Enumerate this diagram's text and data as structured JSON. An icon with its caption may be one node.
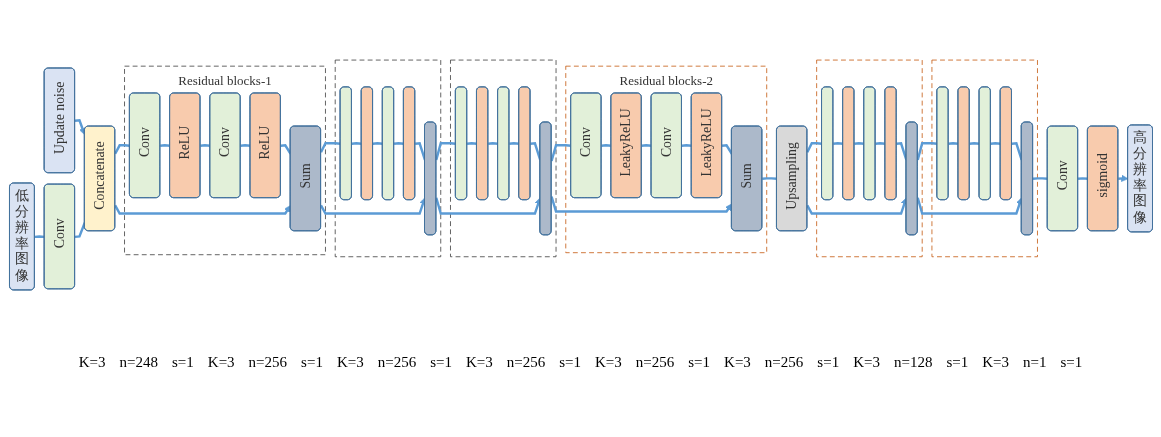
{
  "diagram": {
    "nodes": [
      {
        "text": [
          "低分辨率图像"
        ]
      },
      {
        "text": [
          "Update noise"
        ]
      },
      {
        "text": [
          "Conv"
        ]
      },
      {
        "text": [
          "Concatenate"
        ]
      },
      {
        "text": [
          "Residual blocks-1"
        ]
      },
      {
        "text": [
          "Conv"
        ],
        "in": 4
      },
      {
        "text": [
          "ReLU"
        ],
        "in": 4
      },
      {
        "text": [
          "Conv"
        ],
        "in": 4
      },
      {
        "text": [
          "ReLU"
        ],
        "in": 4
      },
      {
        "text": [
          "Sum"
        ],
        "in": 4
      },
      {
        "text": [],
        "shape": "box"
      },
      {
        "text": [],
        "shape": "bar",
        "in": 10
      },
      {
        "text": [],
        "shape": "bar",
        "in": 10
      },
      {
        "text": [],
        "shape": "bar",
        "in": 10
      },
      {
        "text": [],
        "shape": "bar",
        "in": 10
      },
      {
        "text": [],
        "shape": "bar",
        "in": 10
      },
      {
        "text": [],
        "shape": "box"
      },
      {
        "text": [],
        "shape": "bar",
        "in": 16
      },
      {
        "text": [],
        "shape": "bar",
        "in": 16
      },
      {
        "text": [],
        "shape": "bar",
        "in": 16
      },
      {
        "text": [],
        "shape": "bar",
        "in": 16
      },
      {
        "text": [],
        "shape": "bar",
        "in": 16
      },
      {
        "text": [
          "Residual blocks-2"
        ]
      },
      {
        "text": [
          "Conv"
        ],
        "in": 22
      },
      {
        "text": [
          "LeakyReLU"
        ],
        "in": 22
      },
      {
        "text": [
          "Conv"
        ],
        "in": 22
      },
      {
        "text": [
          "LeakyReLU"
        ],
        "in": 22
      },
      {
        "text": [
          "Sum"
        ],
        "in": 22
      },
      {
        "text": [
          "Upsampling"
        ]
      },
      {
        "text": [],
        "shape": "box"
      },
      {
        "text": [],
        "shape": "bar",
        "in": 29
      },
      {
        "text": [],
        "shape": "bar",
        "in": 29
      },
      {
        "text": [],
        "shape": "bar",
        "in": 29
      },
      {
        "text": [],
        "shape": "bar",
        "in": 29
      },
      {
        "text": [],
        "shape": "bar",
        "in": 29
      },
      {
        "text": [],
        "shape": "box"
      },
      {
        "text": [],
        "shape": "bar",
        "in": 35
      },
      {
        "text": [],
        "shape": "bar",
        "in": 35
      },
      {
        "text": [],
        "shape": "bar",
        "in": 35
      },
      {
        "text": [],
        "shape": "bar",
        "in": 35
      },
      {
        "text": [],
        "shape": "bar",
        "in": 35
      },
      {
        "text": [
          "Conv"
        ]
      },
      {
        "text": [
          "sigmoid"
        ]
      },
      {
        "text": [
          "高分辨率图像"
        ]
      }
    ],
    "edges": [
      {
        "from": 0,
        "to": 2,
        "arrow": "none"
      },
      {
        "from": 1,
        "to": 3,
        "arrow": "to"
      },
      {
        "from": 2,
        "to": 3,
        "arrow": "none"
      },
      {
        "from": 3,
        "to": 5,
        "arrow": "none"
      },
      {
        "from": 5,
        "to": 6,
        "arrow": "none"
      },
      {
        "from": 6,
        "to": 7,
        "arrow": "none"
      },
      {
        "from": 7,
        "to": 8,
        "arrow": "none"
      },
      {
        "from": 8,
        "to": 9,
        "arrow": "none"
      },
      {
        "from": 3,
        "to": 9,
        "arrow": "to"
      },
      {
        "from": 9,
        "to": 11,
        "arrow": "none"
      },
      {
        "from": 11,
        "to": 12,
        "arrow": "none"
      },
      {
        "from": 12,
        "to": 13,
        "arrow": "none"
      },
      {
        "from": 13,
        "to": 14,
        "arrow": "none"
      },
      {
        "from": 14,
        "to": 15,
        "arrow": "none"
      },
      {
        "from": 9,
        "to": 15,
        "arrow": "to"
      },
      {
        "from": 15,
        "to": 17,
        "arrow": "none"
      },
      {
        "from": 17,
        "to": 18,
        "arrow": "none"
      },
      {
        "from": 18,
        "to": 19,
        "arrow": "none"
      },
      {
        "from": 19,
        "to": 20,
        "arrow": "none"
      },
      {
        "from": 20,
        "to": 21,
        "arrow": "none"
      },
      {
        "from": 15,
        "to": 21,
        "arrow": "to"
      },
      {
        "from": 21,
        "to": 23,
        "arrow": "none"
      },
      {
        "from": 23,
        "to": 24,
        "arrow": "none"
      },
      {
        "from": 24,
        "to": 25,
        "arrow": "none"
      },
      {
        "from": 25,
        "to": 26,
        "arrow": "none"
      },
      {
        "from": 26,
        "to": 27,
        "arrow": "none"
      },
      {
        "from": 21,
        "to": 27,
        "arrow": "to"
      },
      {
        "from": 27,
        "to": 28,
        "arrow": "none"
      },
      {
        "from": 28,
        "to": 30,
        "arrow": "none"
      },
      {
        "from": 30,
        "to": 31,
        "arrow": "none"
      },
      {
        "from": 31,
        "to": 32,
        "arrow": "none"
      },
      {
        "from": 32,
        "to": 33,
        "arrow": "none"
      },
      {
        "from": 33,
        "to": 34,
        "arrow": "none"
      },
      {
        "from": 28,
        "to": 34,
        "arrow": "to"
      },
      {
        "from": 34,
        "to": 36,
        "arrow": "none"
      },
      {
        "from": 36,
        "to": 37,
        "arrow": "none"
      },
      {
        "from": 37,
        "to": 38,
        "arrow": "none"
      },
      {
        "from": 38,
        "to": 39,
        "arrow": "none"
      },
      {
        "from": 39,
        "to": 40,
        "arrow": "none"
      },
      {
        "from": 34,
        "to": 40,
        "arrow": "to"
      },
      {
        "from": 40,
        "to": 41,
        "arrow": "none"
      },
      {
        "from": 41,
        "to": 42,
        "arrow": "none"
      },
      {
        "from": 42,
        "to": 43,
        "arrow": "to"
      }
    ],
    "labels": [
      "K=3",
      "n=248",
      "s=1",
      "K=3",
      "n=256",
      "s=1",
      "K=3",
      "n=256",
      "s=1",
      "K=3",
      "n=256",
      "s=1",
      "K=3",
      "n=256",
      "s=1",
      "K=3",
      "n=256",
      "s=1",
      "K=3",
      "n=128",
      "s=1",
      "K=3",
      "n=1",
      "s=1"
    ]
  }
}
